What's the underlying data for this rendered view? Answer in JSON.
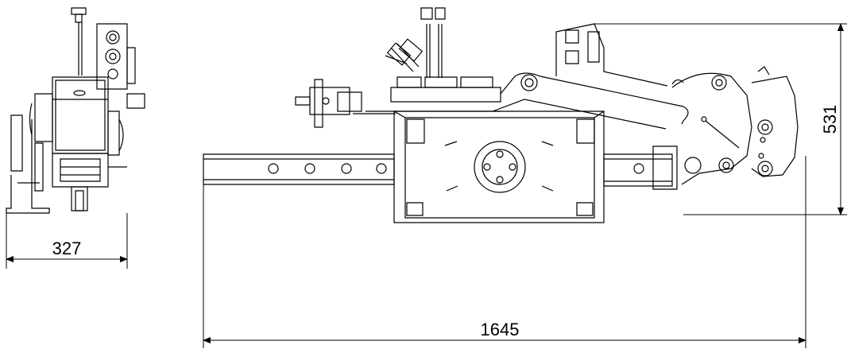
{
  "dimensions": {
    "width_label": "327",
    "length_label": "1645",
    "height_label": "531"
  },
  "colors": {
    "line": "#000000",
    "background": "#ffffff"
  }
}
